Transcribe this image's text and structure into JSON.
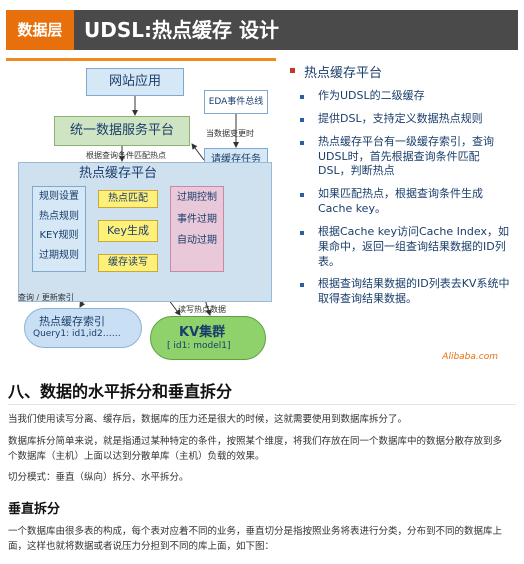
{
  "slide": {
    "tag": "数据层",
    "title": "UDSL:热点缓存 设计",
    "diagram": {
      "web_app": "网站应用",
      "unified": "统一数据服务平台",
      "eda": "EDA事件总线",
      "data_change": "当数据变更时",
      "match_label": "根据查询条件匹配热点",
      "request_task": "请缓存任务",
      "hot_platform": "热点缓存平台",
      "rules": [
        "规则设置",
        "热点规则",
        "KEY规则",
        "过期规则"
      ],
      "hot_match": "热点匹配",
      "key_gen": "Key生成",
      "cache_rw": "缓存读写",
      "expire": [
        "过期控制",
        "事件过期",
        "自动过期"
      ],
      "query_update": "查询 / 更新索引",
      "read_write": "读写热点数据",
      "index_title": "热点缓存索引",
      "index_sub": "Query1: id1,id2……",
      "kv_title": "KV集群",
      "kv_sub": "[ id1: model1]"
    },
    "bullets": {
      "main": "热点缓存平台",
      "items": [
        "作为UDSL的二级缓存",
        "提供DSL，支持定义数据热点规则",
        "热点缓存平台有一级缓存索引，查询UDSL时，首先根据查询条件匹配DSL，判断热点",
        "如果匹配热点，根据查询条件生成Cache key。",
        "根据Cache key访问Cache Index，如果命中，返回一组查询结果数据的ID列表。",
        "根据查询结果数据的ID列表去KV系统中取得查询结果数据。"
      ]
    },
    "logo": "Alibaba.com"
  },
  "article": {
    "h1": "八、数据的水平拆分和垂直拆分",
    "p1": "当我们使用读写分离、缓存后，数据库的压力还是很大的时候，这就需要使用到数据库拆分了。",
    "p2": "数据库拆分简单来说，就是指通过某种特定的条件，按照某个维度，将我们存放在同一个数据库中的数据分散存放到多个数据库（主机）上面以达到分散单库（主机）负载的效果。",
    "p3": "切分模式：垂直（纵向）拆分、水平拆分。",
    "h2": "垂直拆分",
    "p4": "一个数据库由很多表的构成，每个表对应着不同的业务，垂直切分是指按照业务将表进行分类，分布到不同的数据库上面，这样也就将数据或者说压力分担到不同的库上面，如下图："
  }
}
